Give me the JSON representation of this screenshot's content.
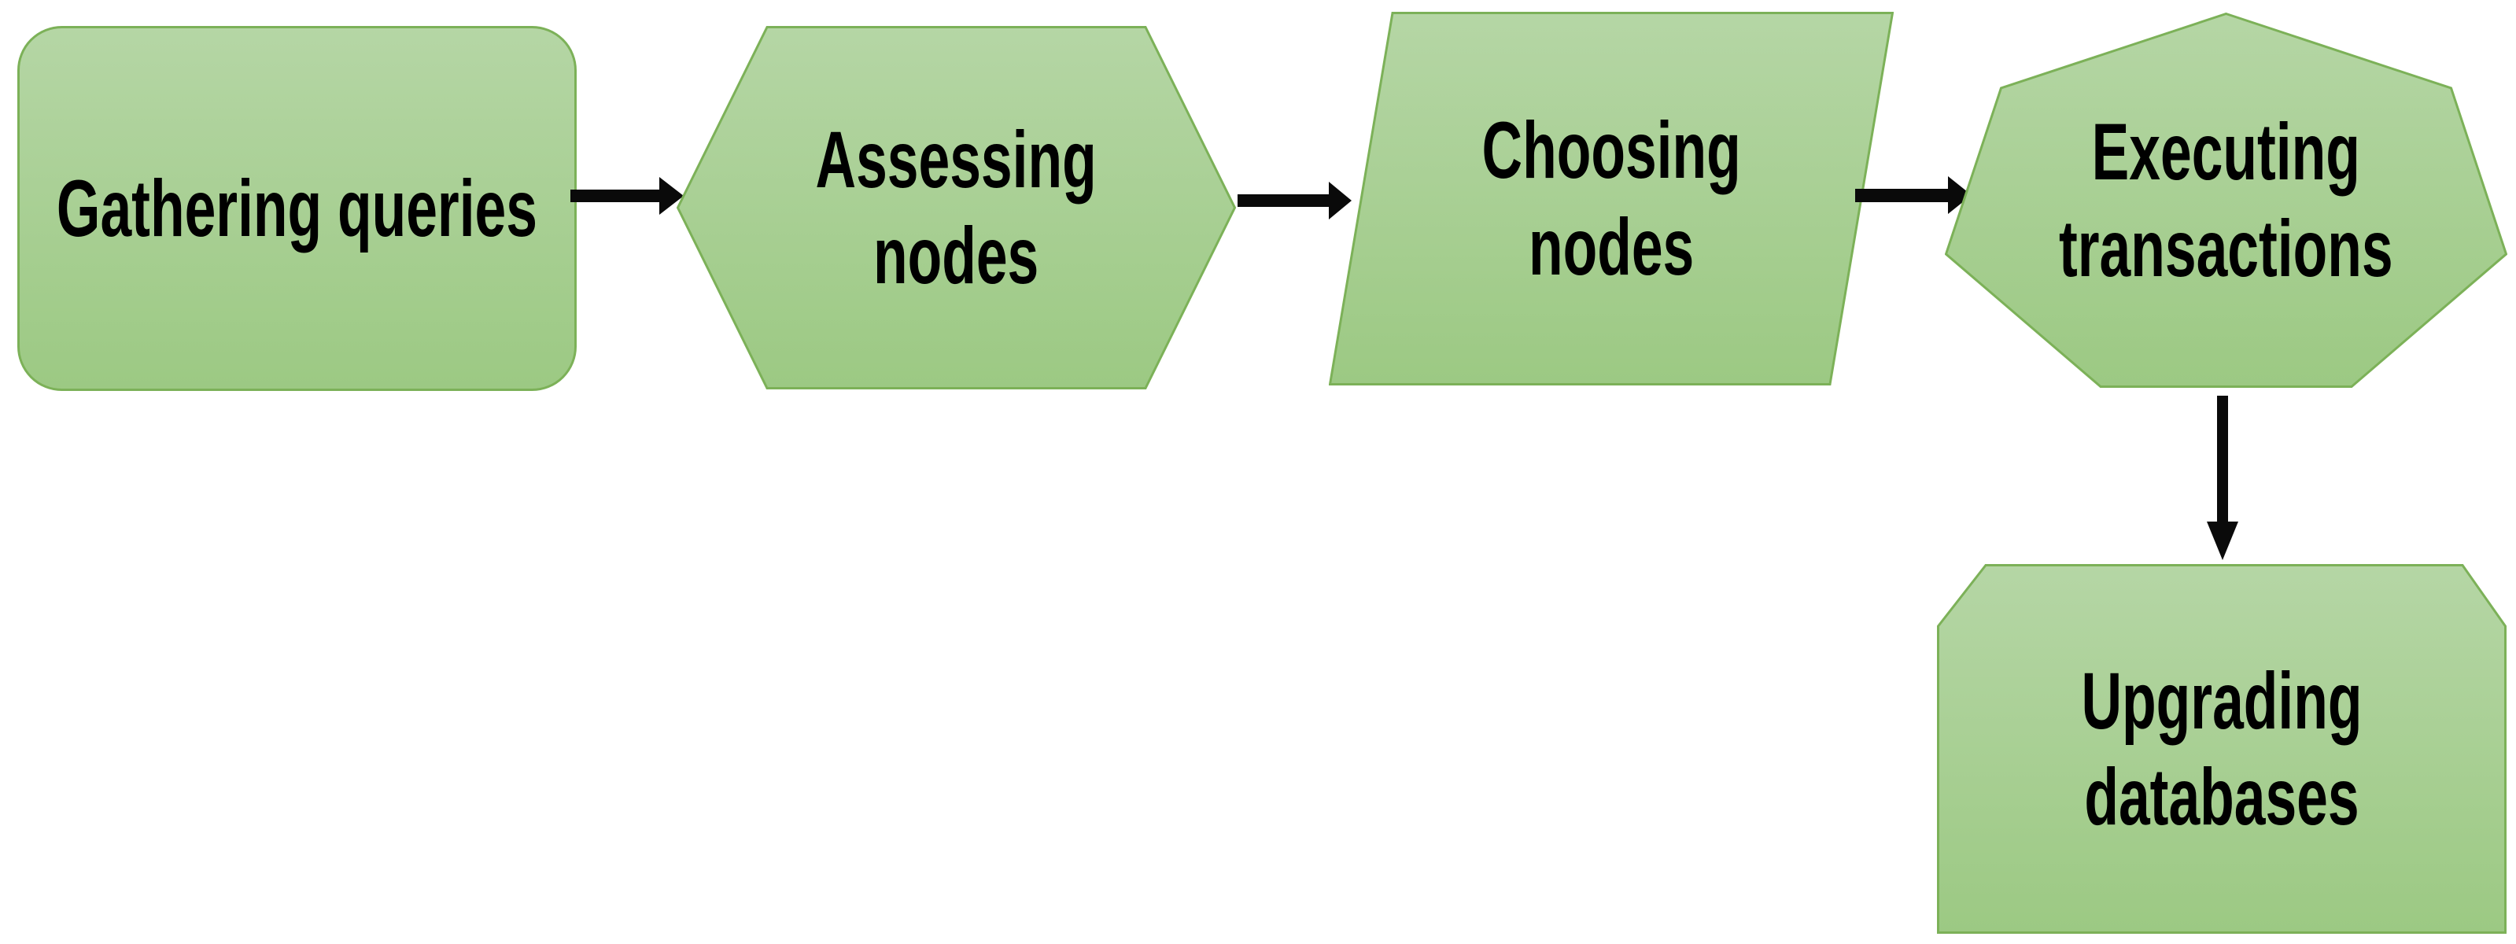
{
  "diagram": {
    "title": "",
    "background_color": "#ffffff",
    "colors": {
      "node_fill_top": "#b5d6a5",
      "node_fill_bottom": "#9cc983",
      "node_border": "#7cb158",
      "arrow": "#0a0a0a",
      "text": "#000000"
    },
    "nodes": [
      {
        "id": "gathering-queries",
        "label": "Gathering queries",
        "shape": "rounded-rectangle"
      },
      {
        "id": "assessing-nodes",
        "label": "Assessing\nnodes",
        "shape": "hexagon"
      },
      {
        "id": "choosing-nodes",
        "label": "Choosing\nnodes",
        "shape": "parallelogram"
      },
      {
        "id": "executing-transactions",
        "label": "Executing\ntransactions",
        "shape": "heptagon"
      },
      {
        "id": "upgrading-databases",
        "label": "Upgrading\ndatabases",
        "shape": "snip-top-corners-rectangle"
      }
    ],
    "edges": [
      {
        "from": "gathering-queries",
        "to": "assessing-nodes",
        "direction": "right"
      },
      {
        "from": "assessing-nodes",
        "to": "choosing-nodes",
        "direction": "right"
      },
      {
        "from": "choosing-nodes",
        "to": "executing-transactions",
        "direction": "right"
      },
      {
        "from": "executing-transactions",
        "to": "upgrading-databases",
        "direction": "down"
      }
    ]
  }
}
